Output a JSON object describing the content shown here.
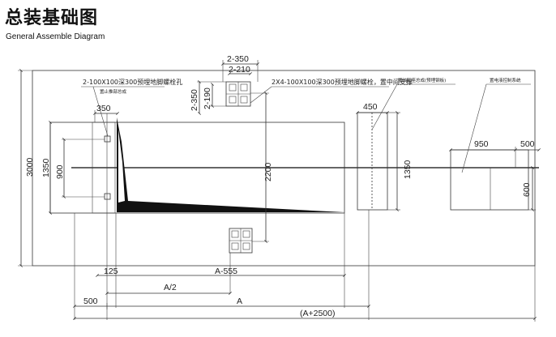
{
  "header": {
    "title": "总装基础图",
    "subtitle": "General Assemble Diagram"
  },
  "annotations": {
    "bolt_left": "2-100X100深300预埋地脚螺栓孔",
    "bolt_left_sub": "置止推部总成",
    "bolt_center": "2X4-100X100深300预埋地脚螺栓，置中间支撑",
    "support_right": "置油缸座总成(预埋钢板)",
    "control_system": "置电液控制系统"
  },
  "dimensions": {
    "d_2_350": "2-350",
    "d_2_210": "2-210",
    "d_2_350_v": "2-350",
    "d_2_190": "2-190",
    "d_350": "350",
    "d_450": "450",
    "d_950": "950",
    "d_500_right": "500",
    "d_3000": "3000",
    "d_1350_left": "1350",
    "d_900": "900",
    "d_2200": "2200",
    "d_1350_right": "1350",
    "d_600": "600",
    "d_125": "125",
    "d_a_555": "A-555",
    "d_a_half": "A/2",
    "d_500_bottom": "500",
    "d_a": "A",
    "d_a_plus_2500": "(A+2500)"
  }
}
